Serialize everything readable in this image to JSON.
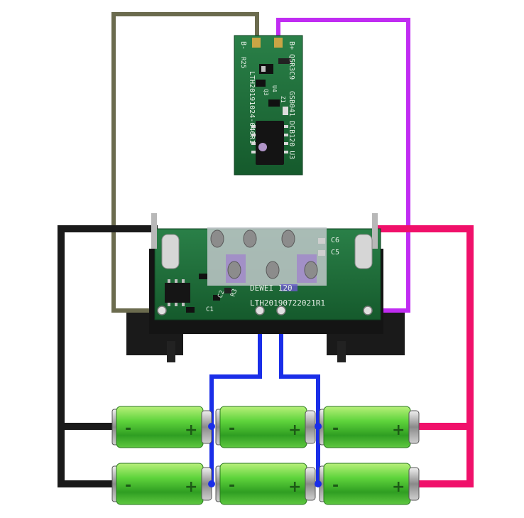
{
  "small_board": {
    "label_top": "B+ Q5R3C9",
    "label_mid": "GSB041 DCB120 U3",
    "label_right": "LTH20191024-046R1",
    "label_b_minus": "B-",
    "label_r25": "R25",
    "label_q3": "Q3",
    "label_z1": "Z1",
    "label_u4": "U4"
  },
  "main_board": {
    "label_brand": "DEWEI 120",
    "label_code": "LTH20190722021R1",
    "label_c6": "C6",
    "label_c5": "C5",
    "label_r3": "R3",
    "label_c2": "C2",
    "label_c1": "C1"
  },
  "cells": {
    "minus_symbol": "-",
    "plus_symbol": "+"
  },
  "colors": {
    "wire_olive": "#6b6b4e",
    "wire_purple": "#c02cf2",
    "wire_black": "#1a1a1a",
    "wire_pink": "#f0106a",
    "wire_blue": "#1a2ee8",
    "pcb_green": "#1e6b3a",
    "cell_green": "#48c23a"
  }
}
